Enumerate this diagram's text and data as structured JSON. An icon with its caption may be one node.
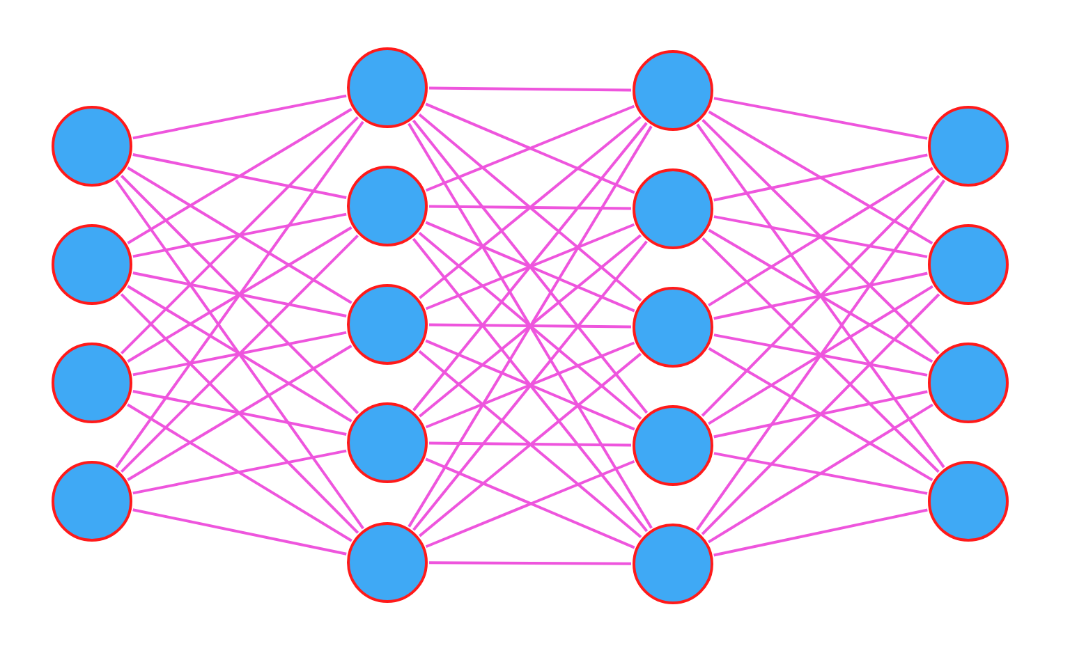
{
  "diagram": {
    "nodes": [
      {
        "text": [],
        "shape": "circle"
      },
      {
        "text": [],
        "shape": "circle"
      },
      {
        "text": [],
        "shape": "circle"
      },
      {
        "text": [],
        "shape": "circle"
      },
      {
        "text": [],
        "shape": "circle"
      },
      {
        "text": [],
        "shape": "circle"
      },
      {
        "text": [],
        "shape": "circle"
      },
      {
        "text": [],
        "shape": "circle"
      },
      {
        "text": [],
        "shape": "circle"
      },
      {
        "text": [],
        "shape": "circle"
      },
      {
        "text": [],
        "shape": "circle"
      },
      {
        "text": [],
        "shape": "circle"
      },
      {
        "text": [],
        "shape": "circle"
      },
      {
        "text": [],
        "shape": "circle"
      },
      {
        "text": [],
        "shape": "circle"
      },
      {
        "text": [],
        "shape": "circle"
      },
      {
        "text": [],
        "shape": "circle"
      },
      {
        "text": [],
        "shape": "circle"
      }
    ],
    "edges": [
      {
        "from": 0,
        "to": 4,
        "arrow": "none"
      },
      {
        "from": 0,
        "to": 5,
        "arrow": "none"
      },
      {
        "from": 0,
        "to": 6,
        "arrow": "none"
      },
      {
        "from": 0,
        "to": 7,
        "arrow": "none"
      },
      {
        "from": 0,
        "to": 8,
        "arrow": "none"
      },
      {
        "from": 1,
        "to": 4,
        "arrow": "none"
      },
      {
        "from": 1,
        "to": 5,
        "arrow": "none"
      },
      {
        "from": 1,
        "to": 6,
        "arrow": "none"
      },
      {
        "from": 1,
        "to": 7,
        "arrow": "none"
      },
      {
        "from": 1,
        "to": 8,
        "arrow": "none"
      },
      {
        "from": 2,
        "to": 4,
        "arrow": "none"
      },
      {
        "from": 2,
        "to": 5,
        "arrow": "none"
      },
      {
        "from": 2,
        "to": 6,
        "arrow": "none"
      },
      {
        "from": 2,
        "to": 7,
        "arrow": "none"
      },
      {
        "from": 2,
        "to": 8,
        "arrow": "none"
      },
      {
        "from": 3,
        "to": 4,
        "arrow": "none"
      },
      {
        "from": 3,
        "to": 5,
        "arrow": "none"
      },
      {
        "from": 3,
        "to": 6,
        "arrow": "none"
      },
      {
        "from": 3,
        "to": 7,
        "arrow": "none"
      },
      {
        "from": 3,
        "to": 8,
        "arrow": "none"
      },
      {
        "from": 4,
        "to": 9,
        "arrow": "none"
      },
      {
        "from": 4,
        "to": 10,
        "arrow": "none"
      },
      {
        "from": 4,
        "to": 11,
        "arrow": "none"
      },
      {
        "from": 4,
        "to": 12,
        "arrow": "none"
      },
      {
        "from": 4,
        "to": 13,
        "arrow": "none"
      },
      {
        "from": 5,
        "to": 9,
        "arrow": "none"
      },
      {
        "from": 5,
        "to": 10,
        "arrow": "none"
      },
      {
        "from": 5,
        "to": 11,
        "arrow": "none"
      },
      {
        "from": 5,
        "to": 12,
        "arrow": "none"
      },
      {
        "from": 5,
        "to": 13,
        "arrow": "none"
      },
      {
        "from": 6,
        "to": 9,
        "arrow": "none"
      },
      {
        "from": 6,
        "to": 10,
        "arrow": "none"
      },
      {
        "from": 6,
        "to": 11,
        "arrow": "none"
      },
      {
        "from": 6,
        "to": 12,
        "arrow": "none"
      },
      {
        "from": 6,
        "to": 13,
        "arrow": "none"
      },
      {
        "from": 7,
        "to": 9,
        "arrow": "none"
      },
      {
        "from": 7,
        "to": 10,
        "arrow": "none"
      },
      {
        "from": 7,
        "to": 11,
        "arrow": "none"
      },
      {
        "from": 7,
        "to": 12,
        "arrow": "none"
      },
      {
        "from": 7,
        "to": 13,
        "arrow": "none"
      },
      {
        "from": 8,
        "to": 9,
        "arrow": "none"
      },
      {
        "from": 8,
        "to": 10,
        "arrow": "none"
      },
      {
        "from": 8,
        "to": 11,
        "arrow": "none"
      },
      {
        "from": 8,
        "to": 12,
        "arrow": "none"
      },
      {
        "from": 8,
        "to": 13,
        "arrow": "none"
      },
      {
        "from": 9,
        "to": 14,
        "arrow": "none"
      },
      {
        "from": 9,
        "to": 15,
        "arrow": "none"
      },
      {
        "from": 9,
        "to": 16,
        "arrow": "none"
      },
      {
        "from": 9,
        "to": 17,
        "arrow": "none"
      },
      {
        "from": 10,
        "to": 14,
        "arrow": "none"
      },
      {
        "from": 10,
        "to": 15,
        "arrow": "none"
      },
      {
        "from": 10,
        "to": 16,
        "arrow": "none"
      },
      {
        "from": 10,
        "to": 17,
        "arrow": "none"
      },
      {
        "from": 11,
        "to": 14,
        "arrow": "none"
      },
      {
        "from": 11,
        "to": 15,
        "arrow": "none"
      },
      {
        "from": 11,
        "to": 16,
        "arrow": "none"
      },
      {
        "from": 11,
        "to": 17,
        "arrow": "none"
      },
      {
        "from": 12,
        "to": 14,
        "arrow": "none"
      },
      {
        "from": 12,
        "to": 15,
        "arrow": "none"
      },
      {
        "from": 12,
        "to": 16,
        "arrow": "none"
      },
      {
        "from": 12,
        "to": 17,
        "arrow": "none"
      },
      {
        "from": 13,
        "to": 14,
        "arrow": "none"
      },
      {
        "from": 13,
        "to": 15,
        "arrow": "none"
      },
      {
        "from": 13,
        "to": 16,
        "arrow": "none"
      },
      {
        "from": 13,
        "to": 17,
        "arrow": "none"
      }
    ]
  }
}
